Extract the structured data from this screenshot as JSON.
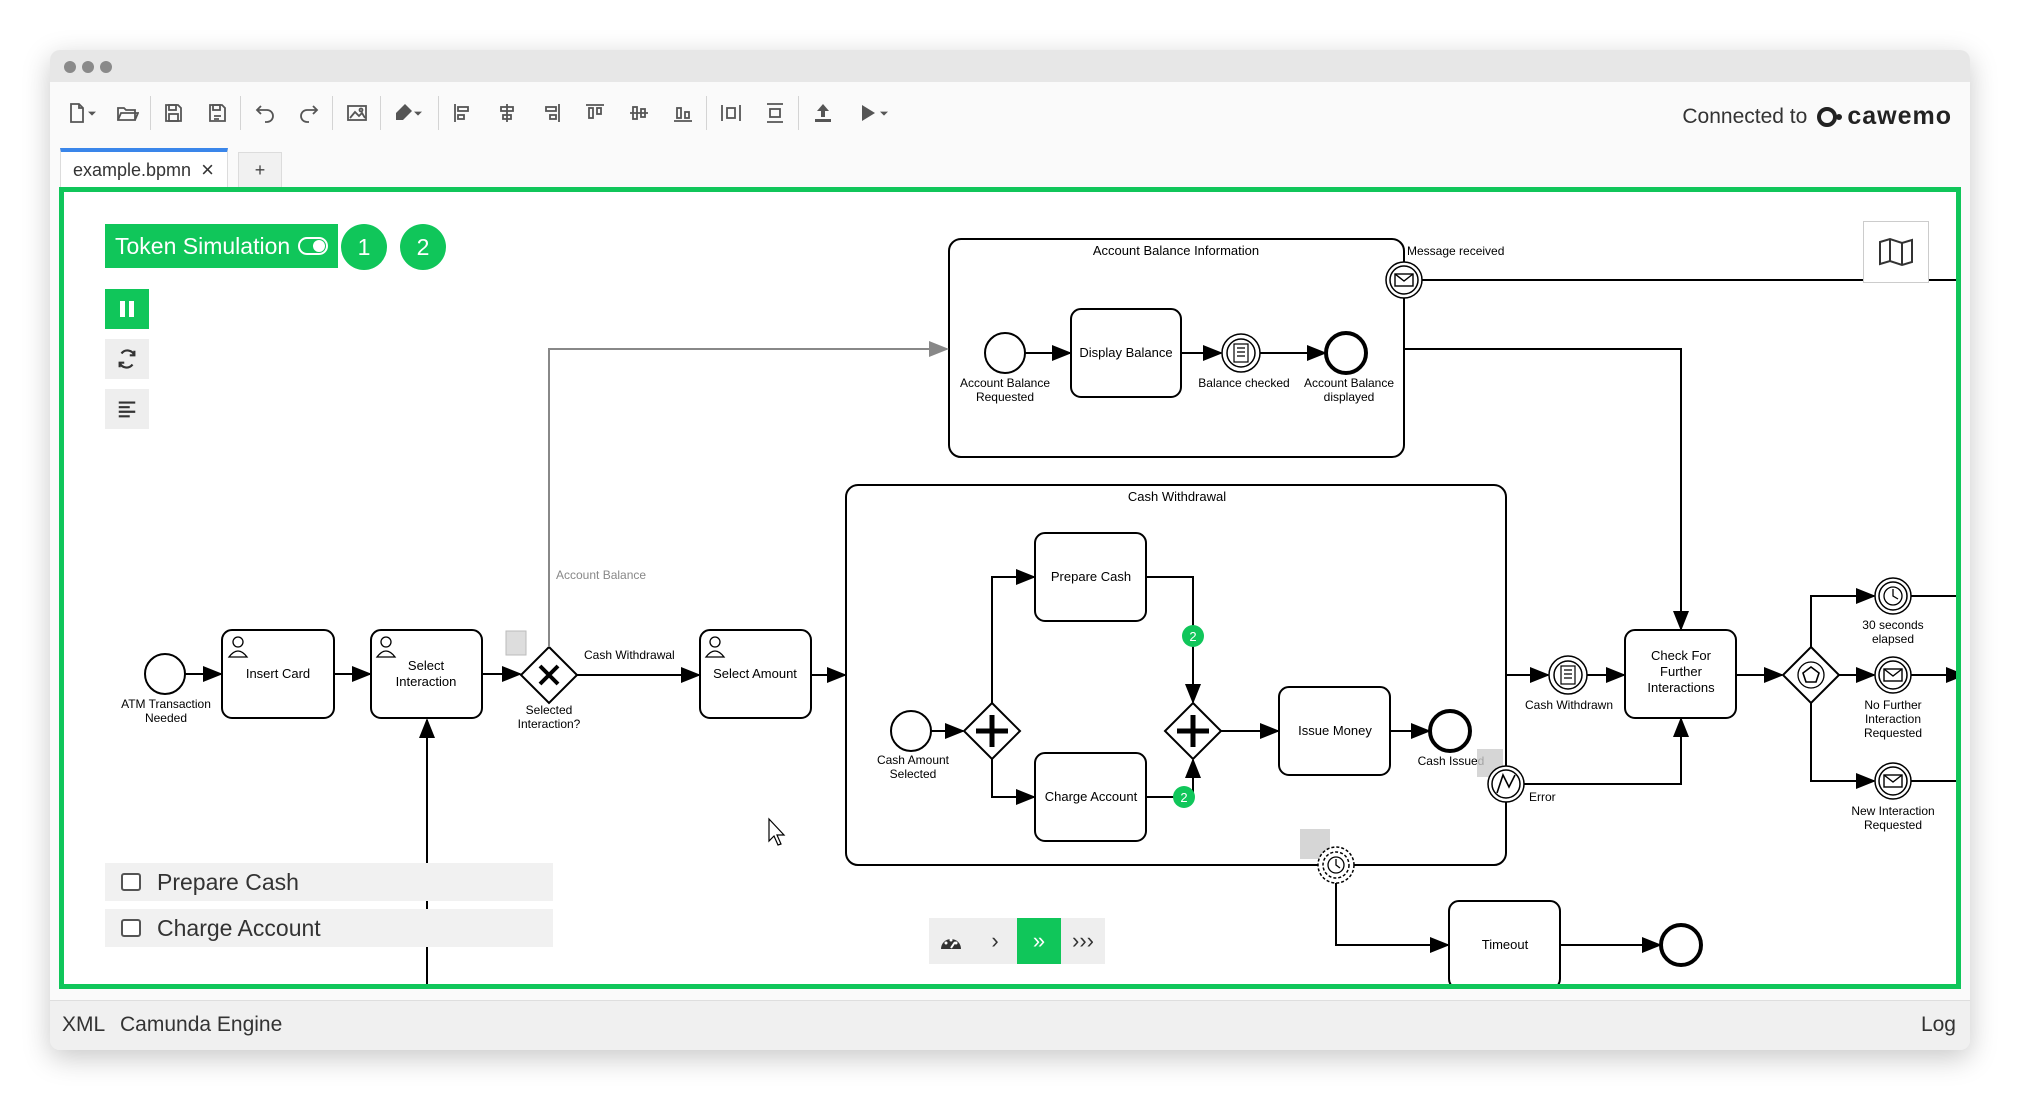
{
  "window": {
    "tab_label": "example.bpmn",
    "tab_close": "×",
    "new_tab": "+"
  },
  "header": {
    "connected_label": "Connected to",
    "brand": "cawemo"
  },
  "status": {
    "xml": "XML",
    "engine": "Camunda Engine",
    "log": "Log"
  },
  "simulation": {
    "label": "Token Simulation",
    "counter_1": "1",
    "counter_2": "2"
  },
  "tasks": [
    "Prepare Cash",
    "Charge Account"
  ],
  "speed": {
    "slow": "›",
    "fast": "»",
    "fastest": "›››"
  },
  "diagram": {
    "subprocess_1": "Account Balance Information",
    "subprocess_2": "Cash Withdrawal",
    "message_received": "Message received",
    "account_balance_requested": [
      "Account Balance",
      "Requested"
    ],
    "display_balance": "Display Balance",
    "balance_checked": "Balance checked",
    "account_balance_displayed": [
      "Account Balance",
      "displayed"
    ],
    "atm_transaction_needed": [
      "ATM Transaction",
      "Needed"
    ],
    "insert_card": "Insert Card",
    "select_interaction": [
      "Select",
      "Interaction"
    ],
    "selected_interaction": [
      "Selected",
      "Interaction?"
    ],
    "flow_account_balance": "Account Balance",
    "flow_cash_withdrawal": "Cash Withdrawal",
    "select_amount": "Select Amount",
    "cash_amount_selected": [
      "Cash Amount",
      "Selected"
    ],
    "prepare_cash": "Prepare Cash",
    "charge_account": "Charge Account",
    "issue_money": "Issue Money",
    "cash_issued": "Cash Issued",
    "cash_withdrawn": "Cash Withdrawn",
    "error": "Error",
    "check_further": [
      "Check For",
      "Further",
      "Interactions"
    ],
    "thirty_seconds": [
      "30 seconds",
      "elapsed"
    ],
    "no_further": [
      "No Further",
      "Interaction",
      "Requested"
    ],
    "new_interaction": [
      "New Interaction",
      "Requested"
    ],
    "timeout": "Timeout",
    "token_count_a": "2",
    "token_count_b": "2"
  }
}
